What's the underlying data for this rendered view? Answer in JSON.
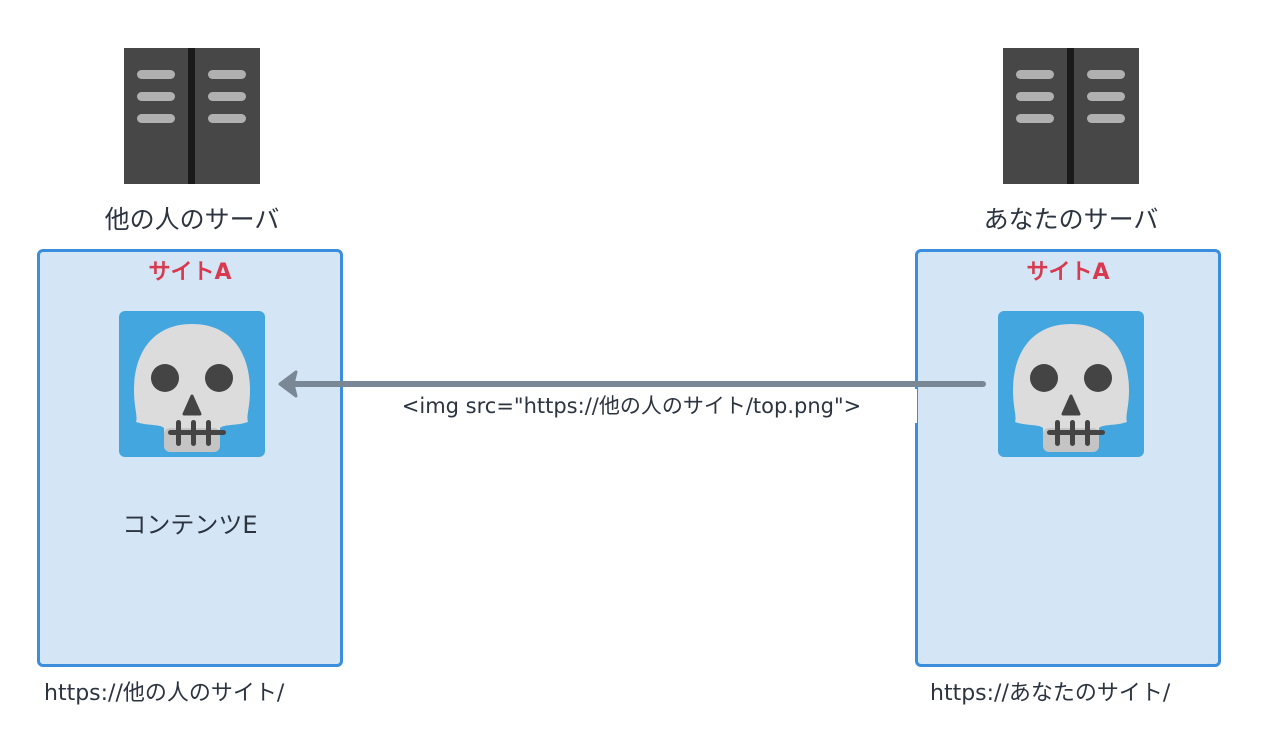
{
  "left": {
    "server_label": "他の人のサーバ",
    "site_title": "サイトA",
    "content_label": "コンテンツE",
    "url": "https://他の人のサイト/",
    "server_icon": "server-icon",
    "content_icon": "skull-icon"
  },
  "right": {
    "server_label": "あなたのサーバ",
    "site_title": "サイトA",
    "url": "https://あなたのサイト/",
    "server_icon": "server-icon",
    "content_icon": "skull-icon"
  },
  "link": {
    "label": "<img src=\"https://他の人のサイト/top.png\">",
    "direction": "right-to-left"
  },
  "colors": {
    "panel_fill": "#d4e6f6",
    "panel_border": "#3a8edc",
    "site_title": "#d9394f",
    "arrow": "#7a8896",
    "tile": "#43a6df",
    "server": "#474747"
  }
}
